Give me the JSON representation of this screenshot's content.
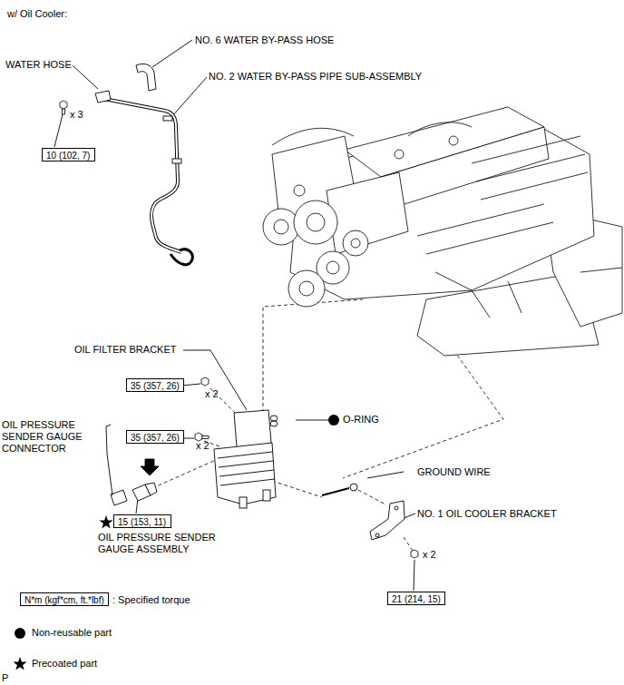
{
  "diagram": {
    "title": "w/ Oil Cooler:",
    "nodes": [
      {
        "text": [
          "10 (102, 7)"
        ]
      },
      {
        "text": [
          "35 (357, 26)"
        ]
      },
      {
        "text": [
          "35 (357, 26)"
        ]
      },
      {
        "text": [
          "15 (153, 11)"
        ]
      },
      {
        "text": [
          "21 (214, 15)"
        ]
      },
      {
        "text": [
          "N*m (kgf*cm, ft.*lbf)"
        ]
      }
    ],
    "labels": [
      "NO. 6 WATER BY-PASS HOSE",
      "WATER HOSE",
      "NO. 2 WATER BY-PASS PIPE SUB-ASSEMBLY",
      "x 3",
      "OIL FILTER BRACKET",
      "x 2",
      "x 2",
      "O-RING",
      "OIL PRESSURE SENDER GAUGE CONNECTOR",
      "OIL PRESSURE SENDER GAUGE ASSEMBLY",
      "GROUND WIRE",
      "NO. 1 OIL COOLER BRACKET",
      "x 2",
      "P"
    ],
    "legend": [
      {
        "text": ": Specified torque"
      },
      {
        "text": "Non-reusable part"
      },
      {
        "text": "Precoated part"
      }
    ]
  }
}
